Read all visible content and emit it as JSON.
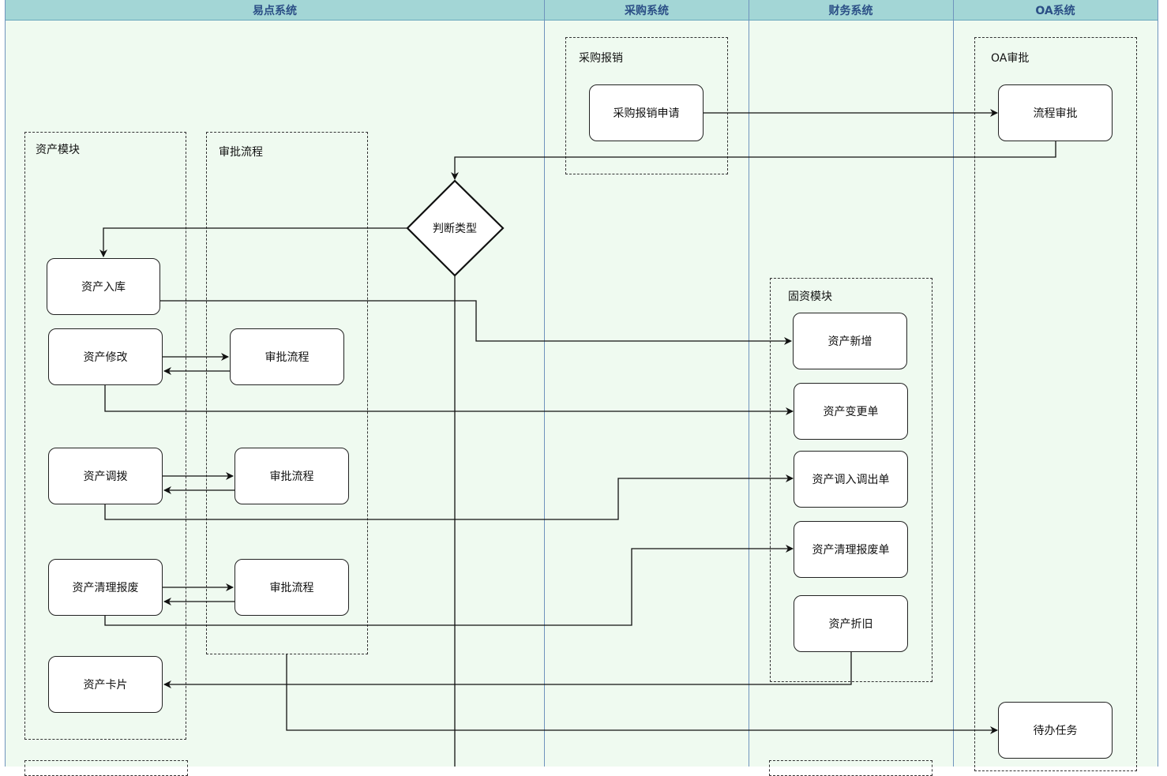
{
  "lanes": [
    {
      "title": "易点系统"
    },
    {
      "title": "采购系统"
    },
    {
      "title": "财务系统"
    },
    {
      "title": "OA系统"
    }
  ],
  "groups": {
    "asset_module": "资产模块",
    "approval_flow": "审批流程",
    "purchase_reimburse": "采购报销",
    "fixed_asset_module": "固资模块",
    "oa_approval": "OA审批"
  },
  "nodes": {
    "purchase_reimburse_apply": "采购报销申请",
    "process_approval": "流程审批",
    "judge_type": "判断类型",
    "asset_inbound": "资产入库",
    "asset_modify": "资产修改",
    "approval_1": "审批流程",
    "asset_transfer": "资产调拨",
    "approval_2": "审批流程",
    "asset_disposal": "资产清理报废",
    "approval_3": "审批流程",
    "asset_card": "资产卡片",
    "asset_add": "资产新增",
    "asset_change": "资产变更单",
    "asset_transfer_doc": "资产调入调出单",
    "asset_disposal_doc": "资产清理报废单",
    "asset_depreciation": "资产折旧",
    "todo_task": "待办任务"
  },
  "colors": {
    "lane_bg": "#effaf0",
    "header_bg": "#a3d6d6",
    "header_text": "#2b4f86",
    "divider": "#6f93bd",
    "edge": "#111111"
  }
}
